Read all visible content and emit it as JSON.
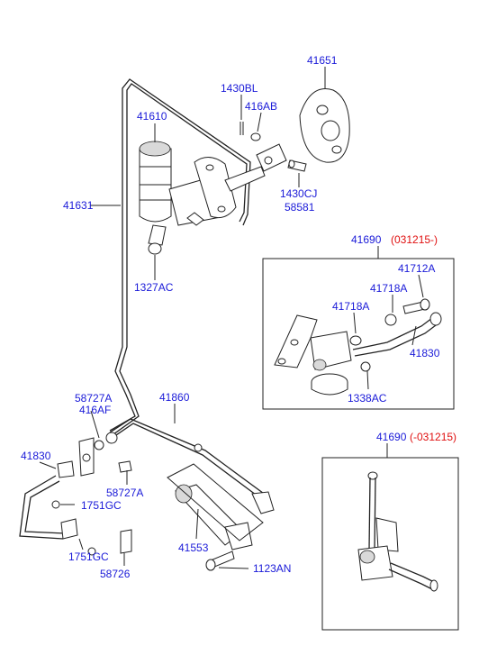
{
  "labels": {
    "p41651": "41651",
    "p1430BL": "1430BL",
    "p416AB": "416AB",
    "p41610": "41610",
    "p41631": "41631",
    "p1430CJ": "1430CJ",
    "p58581": "58581",
    "p1327AC": "1327AC",
    "p41690a": "41690",
    "d031215a": "(031215-)",
    "p41712A": "41712A",
    "p41718Aa": "41718A",
    "p41718Ab": "41718A",
    "p41830a": "41830",
    "p1338AC": "1338AC",
    "p58727Aa": "58727A",
    "p416AF": "416AF",
    "p41860": "41860",
    "p41830b": "41830",
    "p58727Ab": "58727A",
    "p1751GCa": "1751GC",
    "p1751GCb": "1751GC",
    "p58726": "58726",
    "p41553": "41553",
    "p1123AN": "1123AN",
    "p41690b": "41690",
    "d031215b": "(-031215)"
  },
  "colors": {
    "part_label": "#1a1ad8",
    "date_label": "#e01010",
    "line": "#222222"
  }
}
